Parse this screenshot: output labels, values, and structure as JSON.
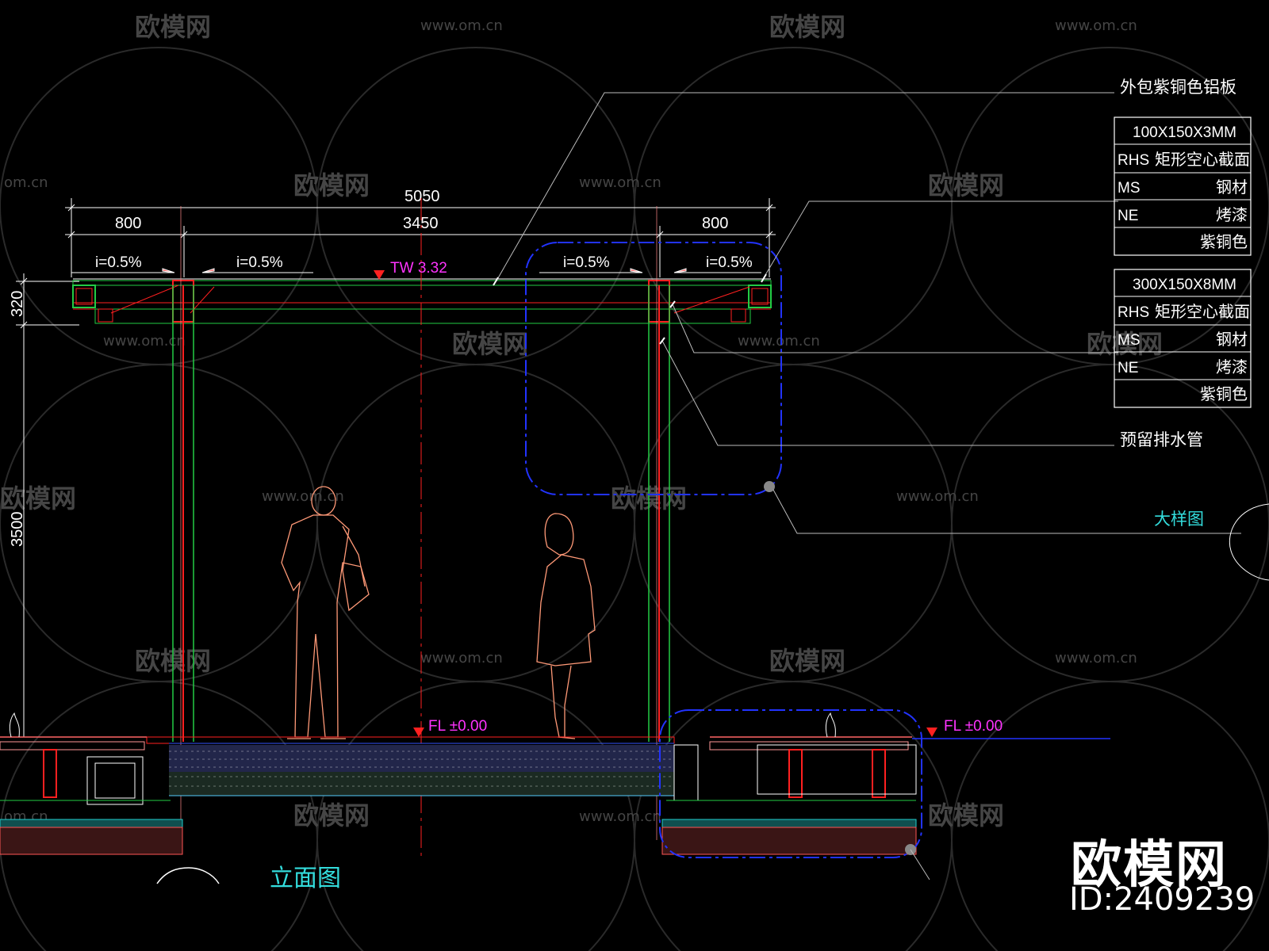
{
  "dimensions": {
    "total": "5050",
    "left_bay": "800",
    "center_bay": "3450",
    "right_bay": "800",
    "height_top": "320",
    "height_main": "3500"
  },
  "slopes": [
    "i=0.5%",
    "i=0.5%",
    "i=0.5%",
    "i=0.5%"
  ],
  "levels": {
    "top": "TW 3.32",
    "floor_center": "FL ±0.00",
    "floor_right": "FL ±0.00"
  },
  "callouts": {
    "cladding": "外包紫铜色铝板",
    "drain": "预留排水管",
    "detail": "大样图"
  },
  "spec_table_1": {
    "size": "100X150X3MM",
    "rows": [
      {
        "code": "RHS",
        "desc": "矩形空心截面"
      },
      {
        "code": "MS",
        "desc": "钢材"
      },
      {
        "code": "NE",
        "desc": "烤漆"
      },
      {
        "code": "",
        "desc": "紫铜色"
      }
    ]
  },
  "spec_table_2": {
    "size": "300X150X8MM",
    "rows": [
      {
        "code": "RHS",
        "desc": "矩形空心截面"
      },
      {
        "code": "MS",
        "desc": "钢材"
      },
      {
        "code": "NE",
        "desc": "烤漆"
      },
      {
        "code": "",
        "desc": "紫铜色"
      }
    ]
  },
  "drawing_title": "立面图",
  "watermarks": {
    "brand": "欧模网",
    "url": "www.om.cn",
    "url_short": "om.cn",
    "id": "ID:2409239"
  },
  "colors": {
    "background": "#000000",
    "dimension": "#ffffff",
    "steel": "#ff2020",
    "column_outline": "#22cc44",
    "level_marker": "#ff33ff",
    "detail_boundary": "#2233ff",
    "title": "#33dddd"
  }
}
